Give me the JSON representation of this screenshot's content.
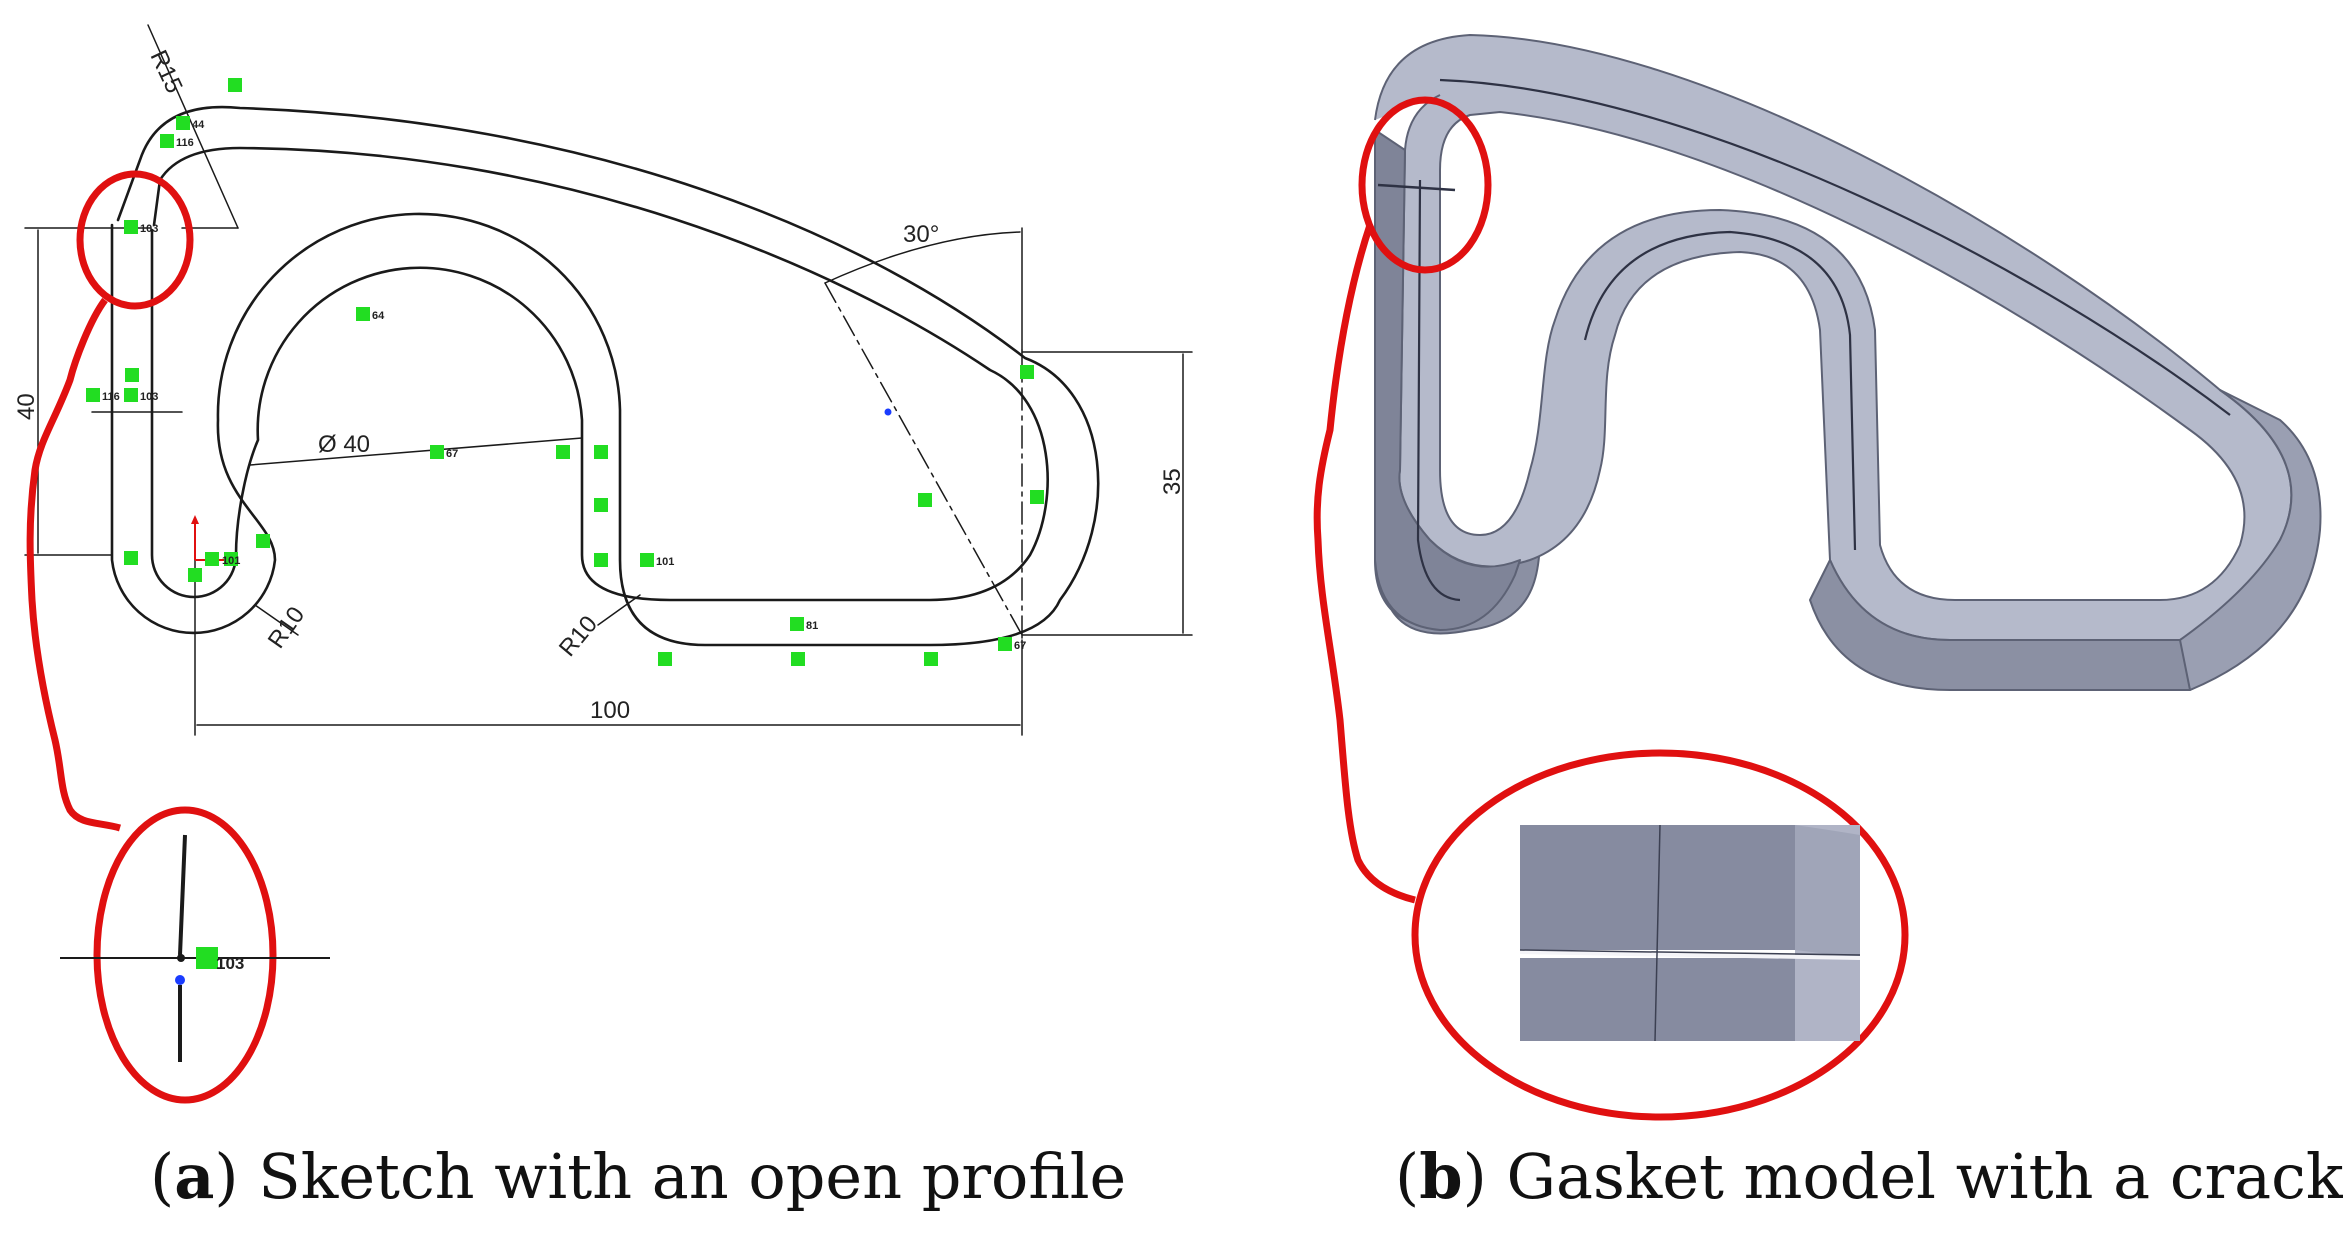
{
  "panel_a": {
    "caption_letter": "a",
    "caption_text": "Sketch with an open profile",
    "dimensions": {
      "r15": "R15",
      "angle30": "30°",
      "dim40": "40",
      "dia40": "Ø 40",
      "dim35": "35",
      "r10_left": "R10",
      "r10_mid": "R10",
      "dim100": "100"
    },
    "relation_labels": {
      "r44": "44",
      "r116": "116",
      "r103": "103",
      "r116b": "116",
      "r103b": "103",
      "r64": "64",
      "r67": "67",
      "r101a": "101",
      "r101b": "101",
      "r81": "81",
      "r67b": "67",
      "zoom103": "103"
    }
  },
  "panel_b": {
    "caption_letter": "b",
    "caption_text": "Gasket model with a crack"
  },
  "colors": {
    "highlight_red": "#e01010",
    "relation_green": "#22dd22",
    "gasket_face": "#8b90a3",
    "gasket_top": "#b5bacb",
    "gasket_edge": "#5d6275",
    "sketch_line": "#1a1a1a"
  }
}
